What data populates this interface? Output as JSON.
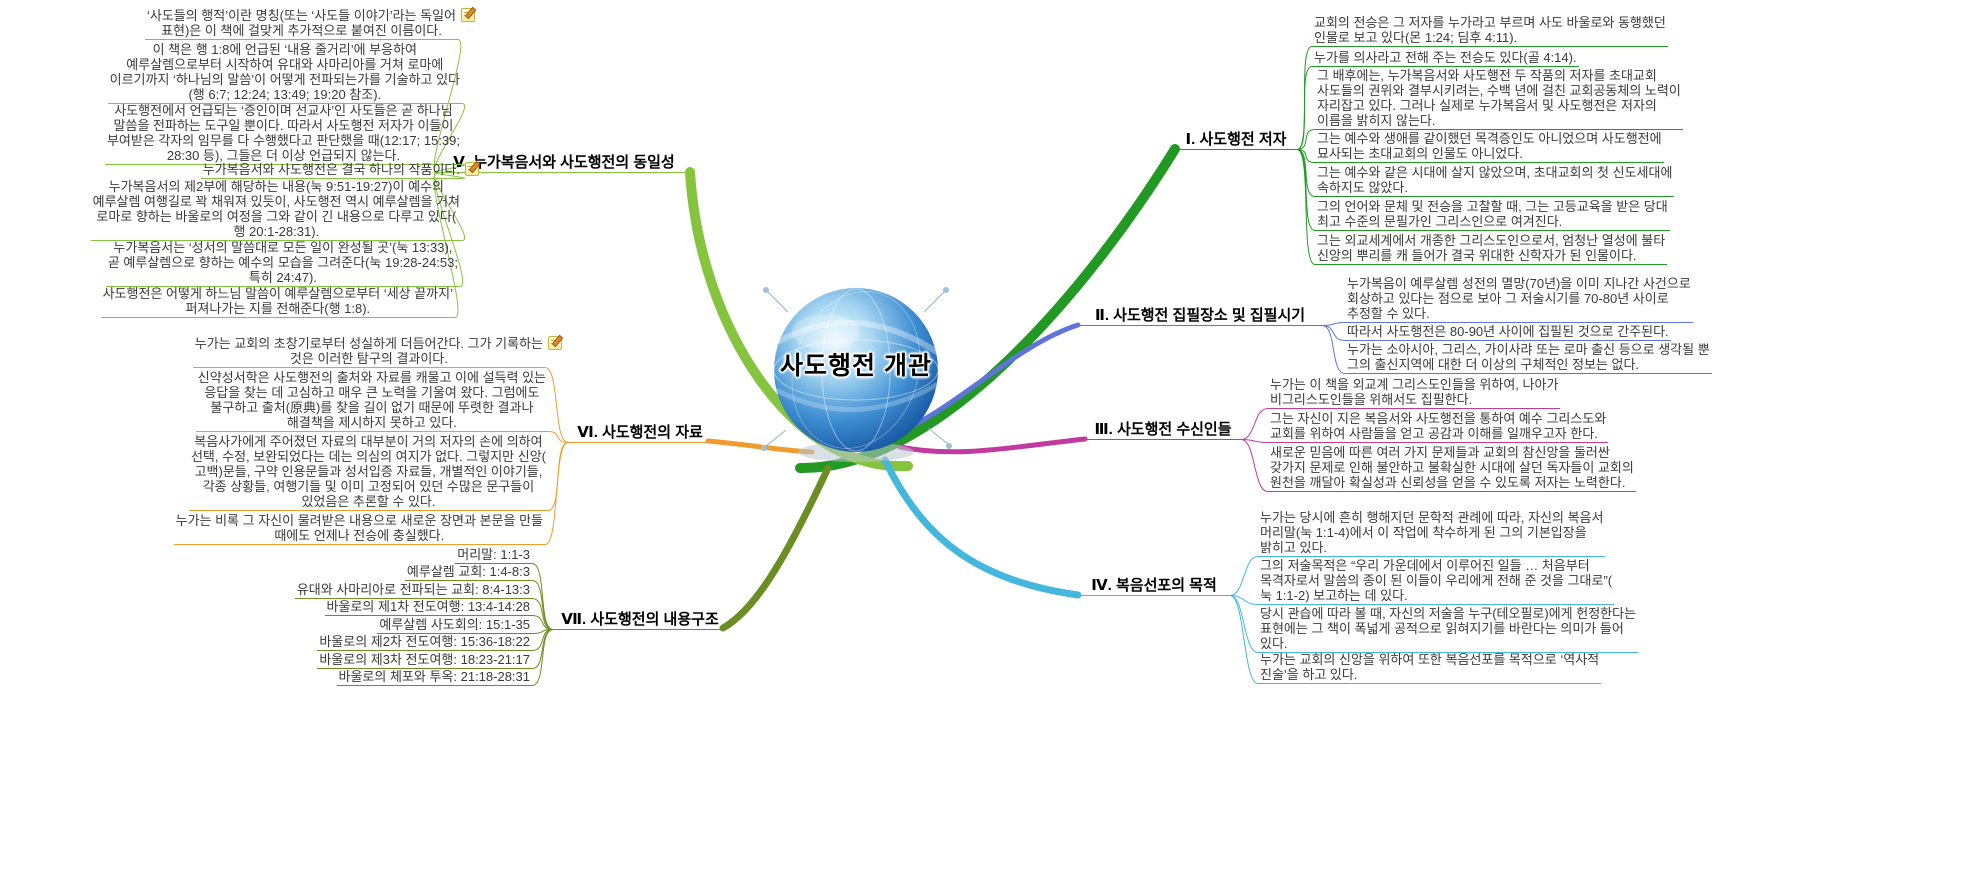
{
  "title": "사도행전 개관",
  "branches": [
    {
      "label": "Ⅰ. 사도행전 저자",
      "color": "#229922",
      "children": [
        {
          "text": "교회의 전승은 그 저자를 누가라고 부르며 사도 바울로와 동행했던\n인물로 보고 있다(몬 1:24; 딤후 4:11)."
        },
        {
          "text": "누가를 의사라고 전해 주는 전승도 있다(골 4:14)."
        },
        {
          "text": "그 배후에는, 누가복음서와 사도행전 두 작품의 저자를 초대교회\n사도들의 권위와 결부시키려는, 수백 년에 걸친 교회공동체의 노력이\n자리잡고 있다. 그러나 실제로 누가복음서 및 사도행전은 저자의\n이름을 밝히지 않는다."
        },
        {
          "text": "그는 예수와 생애를 같이했던 목격증인도 아니었으며 사도행전에\n묘사되는 초대교회의 인물도 아니었다."
        },
        {
          "text": "그는 예수와 같은 시대에 살지 않았으며, 초대교회의 첫 신도세대에\n속하지도 않았다."
        },
        {
          "text": "그의 언어와 문체 및 전승을 고찰할 때, 그는 고등교육을 받은 당대\n최고 수준의 문필가인 그리스인으로 여겨진다."
        },
        {
          "text": "그는 외교세계에서 개종한 그리스도인으로서, 엄청난 열성에 불타\n신앙의 뿌리를 캐 들어가 결국 위대한 신학자가 된 인물이다."
        }
      ]
    },
    {
      "label": "Ⅱ. 사도행전 집필장소 및 집필시기",
      "color": "#5f74d8",
      "children": [
        {
          "text": "누가복음이 예루살렘 성전의 멸망(70년)을 이미 지나간 사건으로\n회상하고 있다는 점으로 보아 그 저술시기를 70-80년 사이로\n추정할 수 있다."
        },
        {
          "text": "따라서 사도행전은 80-90년 사이에 집필된 것으로 간주된다."
        },
        {
          "text": "누가는 소아시아, 그리스, 가이사랴 또는 로마 출신 등으로 생각될 뿐\n그의 출신지역에 대한 더 이상의 구체적인 정보는 없다."
        }
      ]
    },
    {
      "label": "Ⅲ. 사도행전 수신인들",
      "color": "#c13a9e",
      "children": [
        {
          "text": "누가는 이 책을 외교계 그리스도인들을 위하여, 나아가\n비그리스도인들을 위해서도 집필한다."
        },
        {
          "text": "그는 자신이 지은 복음서와 사도행전을 통하여 예수 그리스도와\n교회를 위하여 사람들을 얻고 공감과 이해를 일깨우고자 한다."
        },
        {
          "text": "새로운 믿음에 따른 여러 가지 문제들과 교회의 참신앙을 둘러싼\n갖가지 문제로 인해 불안하고 불확실한 시대에 살던 독자들이 교회의\n원천을 깨달아 확실성과 신뢰성을 얻을 수 있도록 저자는 노력한다."
        }
      ]
    },
    {
      "label": "Ⅳ. 복음선포의 목적",
      "color": "#45b7dc",
      "children": [
        {
          "text": "누가는 당시에 흔히 행해지던 문학적 관례에 따라, 자신의 복음서\n머리말(눅 1:1-4)에서 이 작업에 착수하게 된 그의 기본입장을\n밝히고 있다."
        },
        {
          "text": "그의 저술목적은 “우리 가운데에서 이루어진 일들 … 처음부터\n목격자로서 말씀의 종이 된 이들이 우리에게 전해 준 것을 그대로”(\n눅 1:1-2) 보고하는 데 있다."
        },
        {
          "text": "당시 관습에 따라 볼 때, 자신의 저술을 누구(테오필로)에게 헌정한다는\n표현에는 그 책이 폭넓게 공적으로 읽혀지기를 바란다는 의미가 들어\n있다."
        },
        {
          "text": "누가는 교회의 신앙을 위하여 또한 복음선포를 목적으로 ‘역사적\n진술’을 하고 있다."
        }
      ]
    },
    {
      "label": "Ⅴ. 누가복음서와 사도행전의 동일성",
      "color": "#86c440",
      "children": [
        {
          "text": "‘사도들의 행적’이란 명칭(또는 ‘사도들 이야기’라는 독일어\n표현)은 이 책에 걸맞게 추가적으로 붙여진 이름이다.",
          "icon": "note-icon"
        },
        {
          "text": "이 책은 행 1:8에 언급된 ‘내용 줄거리’에 부응하여\n예루살렘으로부터 시작하여 유대와 사마리아를 거쳐 로마에\n이르기까지 ‘하나님의 말씀’이 어떻게 전파되는가를 기술하고 있다\n(행 6:7; 12:24; 13:49; 19:20 참조)."
        },
        {
          "text": "사도행전에서 언급되는 ‘증인이며 선교사’인 사도들은 곧 하나님\n말씀을 전파하는 도구일 뿐이다. 따라서 사도행전 저자가 이들이\n부여받은 각자의 임무를 다 수행했다고 판단했을 때(12:17; 15:39;\n28:30 등), 그들은 더 이상 언급되지 않는다."
        },
        {
          "text": "누가복음서와 사도행전은 결국 하나의 작품이다.",
          "icon": "note-icon"
        },
        {
          "text": "누가복음서의 제2부에 해당하는 내용(눅 9:51-19:27)이 예수의\n예루살렘 여행길로 꽉 채워져 있듯이, 사도행전 역시 예루살렘을 거쳐\n로마로 향하는 바울로의 여정을 그와 같이 긴 내용으로 다루고 있다(\n행 20:1-28:31)."
        },
        {
          "text": "누가복음서는 ‘성서의 말씀대로 모든 일이 완성될 곳’(눅 13:33),\n곧 예루살렘으로 향하는 예수의 모습을 그려준다(눅 19:28-24:53;\n특히 24:47)."
        },
        {
          "text": "사도행전은 어떻게 하느님 말씀이 예루살렘으로부터 ‘세상 끝까지’\n퍼져나가는 지를 전해준다(행 1:8)."
        }
      ]
    },
    {
      "label": "Ⅵ. 사도행전의 자료",
      "color": "#ef9b2d",
      "children": [
        {
          "text": "누가는 교회의 초창기로부터 성실하게 더듬어간다. 그가 기록하는\n것은 이러한 탐구의 결과이다.",
          "icon": "note-icon"
        },
        {
          "text": "신약성서학은 사도행전의 출처와 자료를 캐물고 이에 설득력 있는\n응답을 찾는 데 고심하고 매우 큰 노력을 기울여 왔다. 그럼에도\n불구하고 출처(原典)를 찾을 길이 없기 때문에 뚜렷한 결과나\n해결책을 제시하지 못하고 있다."
        },
        {
          "text": "복음사가에게 주어졌던 자료의 대부분이 거의 저자의 손에 의하여\n선택, 수정, 보완되었다는 데는 의심의 여지가 없다. 그렇지만 신앙(\n고백)문들, 구약 인용문들과 성서입증 자료들, 개별적인 이야기들,\n각종 상황들, 여행기들 및 이미 고정되어 있던 수많은 문구들이\n있었음은 추론할 수 있다."
        },
        {
          "text": "누가는 비록 그 자신이 물려받은 내용으로 새로운 장면과 본문을 만들\n때에도 언제나 전승에 충실했다."
        }
      ]
    },
    {
      "label": "Ⅶ. 사도행전의 내용구조",
      "color": "#6b8e23",
      "children": [
        {
          "text": "머리말: 1:1-3"
        },
        {
          "text": "예루살렘 교회: 1:4-8:3"
        },
        {
          "text": "유대와 사마리아로 전파되는 교회: 8:4-13:3"
        },
        {
          "text": "바울로의 제1차 전도여행: 13:4-14:28"
        },
        {
          "text": "예루살렘 사도회의: 15:1-35"
        },
        {
          "text": "바울로의 제2차 전도여행: 15:36-18:22"
        },
        {
          "text": "바울로의 제3차 전도여행: 18:23-21:17"
        },
        {
          "text": "바울로의 체포와 투옥: 21:18-28:31"
        }
      ]
    }
  ]
}
